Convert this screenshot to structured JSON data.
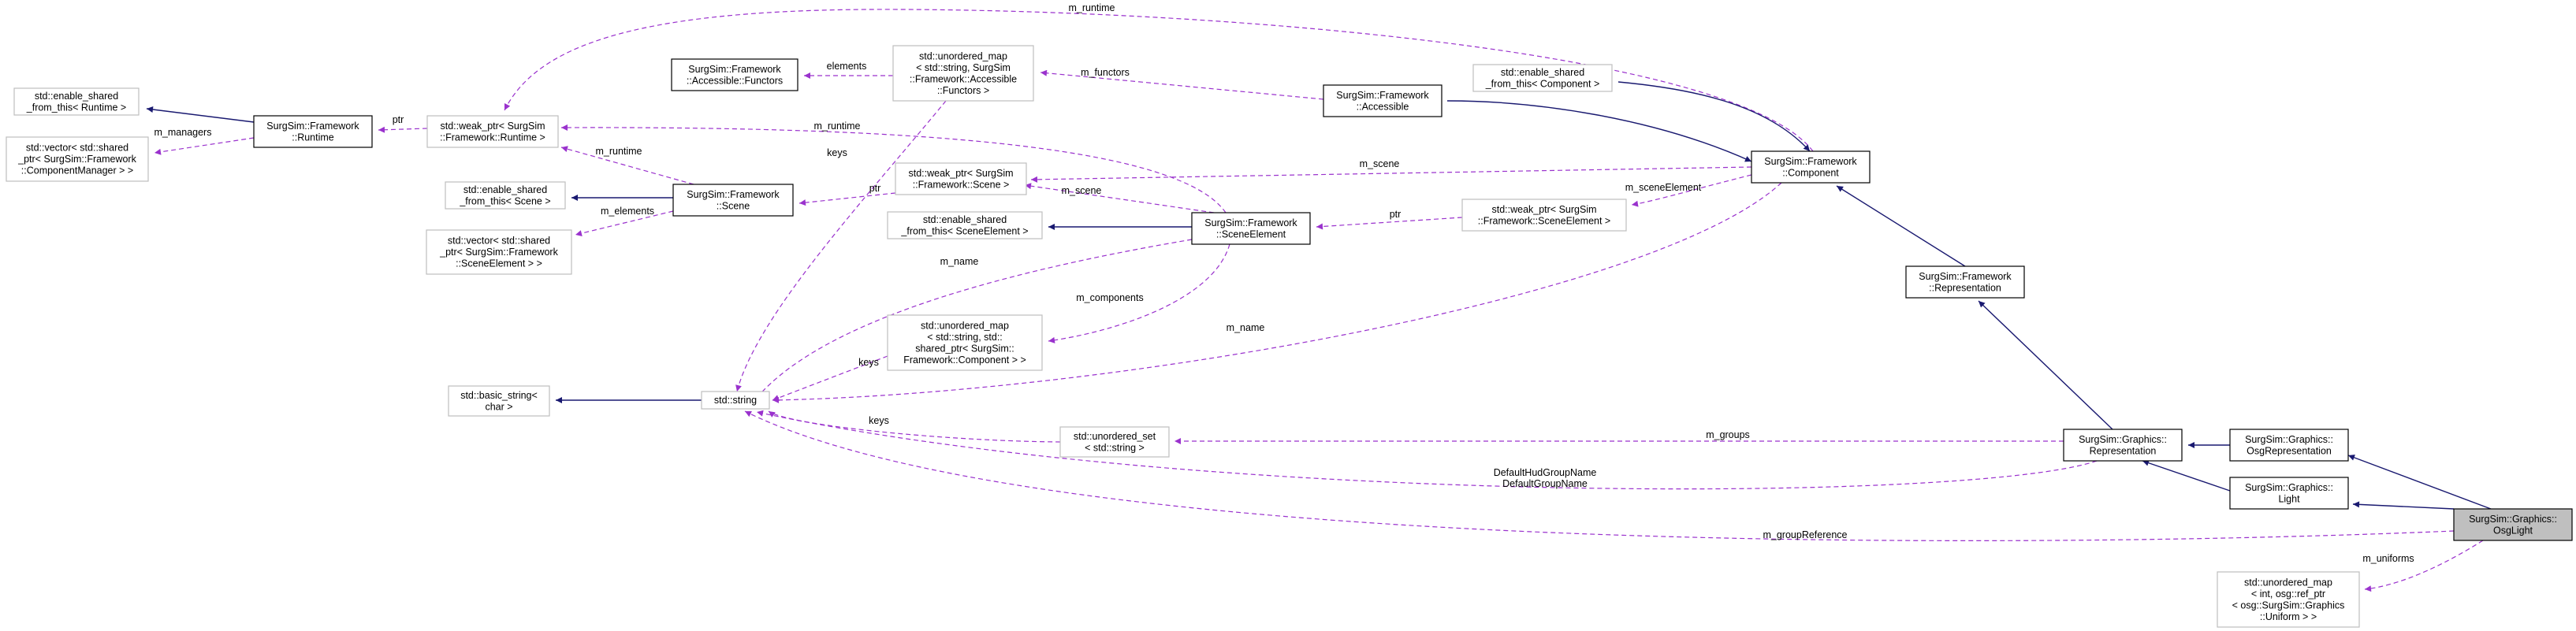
{
  "colors": {
    "inheritance_edge": "#191970",
    "usage_edge": "#9a32cd",
    "external_border": "#bfbfbf",
    "documented_border": "#000000",
    "focus_fill": "#bfbfbf"
  },
  "nodes": {
    "enable_shared_runtime": [
      "std::enable_shared",
      "_from_this< Runtime >"
    ],
    "vector_component_manager": [
      "std::vector< std::shared",
      "_ptr< SurgSim::Framework",
      "::ComponentManager > >"
    ],
    "runtime": [
      "SurgSim::Framework",
      "::Runtime"
    ],
    "weak_ptr_runtime": [
      "std::weak_ptr< SurgSim",
      "::Framework::Runtime >"
    ],
    "accessible_functors": [
      "SurgSim::Framework",
      "::Accessible::Functors"
    ],
    "unordered_map_functors": [
      "std::unordered_map",
      "< std::string, SurgSim",
      "::Framework::Accessible",
      "::Functors >"
    ],
    "accessible": [
      "SurgSim::Framework",
      "::Accessible"
    ],
    "enable_shared_component": [
      "std::enable_shared",
      "_from_this< Component >"
    ],
    "component": [
      "SurgSim::Framework",
      "::Component"
    ],
    "enable_shared_scene": [
      "std::enable_shared",
      "_from_this< Scene >"
    ],
    "scene": [
      "SurgSim::Framework",
      "::Scene"
    ],
    "weak_ptr_scene": [
      "std::weak_ptr< SurgSim",
      "::Framework::Scene >"
    ],
    "vector_scene_element": [
      "std::vector< std::shared",
      "_ptr< SurgSim::Framework",
      "::SceneElement > >"
    ],
    "enable_shared_scene_element": [
      "std::enable_shared",
      "_from_this< SceneElement >"
    ],
    "scene_element": [
      "SurgSim::Framework",
      "::SceneElement"
    ],
    "weak_ptr_scene_element": [
      "std::weak_ptr< SurgSim",
      "::Framework::SceneElement >"
    ],
    "framework_representation": [
      "SurgSim::Framework",
      "::Representation"
    ],
    "unordered_map_components": [
      "std::unordered_map",
      "< std::string, std::",
      "shared_ptr< SurgSim::",
      "Framework::Component > >"
    ],
    "basic_string": [
      "std::basic_string<",
      "char >"
    ],
    "std_string": [
      "std::string"
    ],
    "unordered_set_string": [
      "std::unordered_set",
      "< std::string >"
    ],
    "graphics_representation": [
      "SurgSim::Graphics::",
      "Representation"
    ],
    "osg_representation": [
      "SurgSim::Graphics::",
      "OsgRepresentation"
    ],
    "light": [
      "SurgSim::Graphics::",
      "Light"
    ],
    "osg_light": [
      "SurgSim::Graphics::",
      "OsgLight"
    ],
    "unordered_map_uniforms": [
      "std::unordered_map",
      "< int, osg::ref_ptr",
      "< osg::SurgSim::Graphics",
      "::Uniform > >"
    ]
  },
  "edge_labels": {
    "m_runtime_top": "m_runtime",
    "m_managers": "m_managers",
    "ptr_runtime": "ptr",
    "elements": "elements",
    "m_functors": "m_functors",
    "m_runtime_scene": "m_runtime",
    "m_runtime_element": "m_runtime",
    "keys_functors": "keys",
    "m_scene_component": "m_scene",
    "ptr_scene": "ptr",
    "m_scene_element": "m_scene",
    "m_elements": "m_elements",
    "ptr_scene_element": "ptr",
    "m_scene_element_component": "m_sceneElement",
    "m_name_element": "m_name",
    "m_components": "m_components",
    "m_name_component": "m_name",
    "keys_components": "keys",
    "keys_set": "keys",
    "m_groups": "m_groups",
    "default_group_names": [
      "DefaultHudGroupName",
      "DefaultGroupName"
    ],
    "m_group_reference": "m_groupReference",
    "m_uniforms": "m_uniforms"
  }
}
